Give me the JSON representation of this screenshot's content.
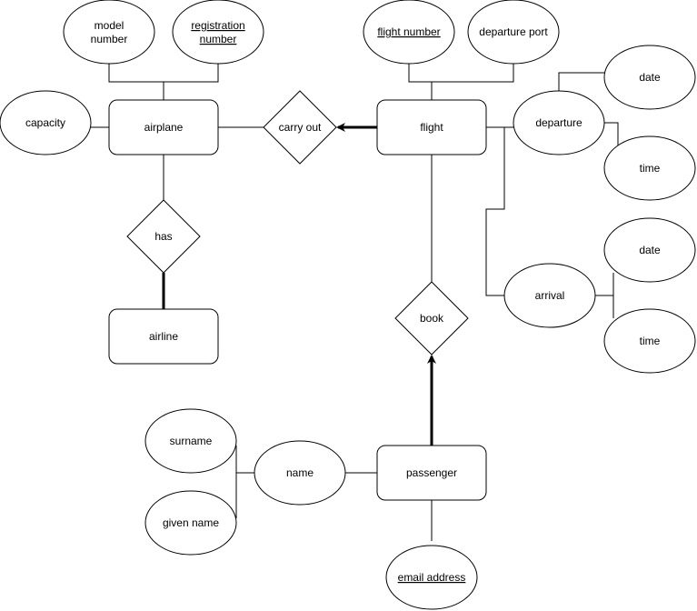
{
  "diagram": {
    "entities": {
      "airplane": "airplane",
      "flight": "flight",
      "airline": "airline",
      "passenger": "passenger"
    },
    "relationships": {
      "carry_out": "carry out",
      "has": "has",
      "book": "book"
    },
    "attributes": {
      "model_number_line1": "model",
      "model_number_line2": "number",
      "registration_number_line1": "registration",
      "registration_number_line2": "number",
      "capacity": "capacity",
      "flight_number": "flight number",
      "departure_port": "departure port",
      "departure": "departure",
      "departure_date": "date",
      "departure_time": "time",
      "arrival": "arrival",
      "arrival_date": "date",
      "arrival_time": "time",
      "name": "name",
      "surname": "surname",
      "given_name": "given name",
      "email_address": "email address"
    }
  }
}
